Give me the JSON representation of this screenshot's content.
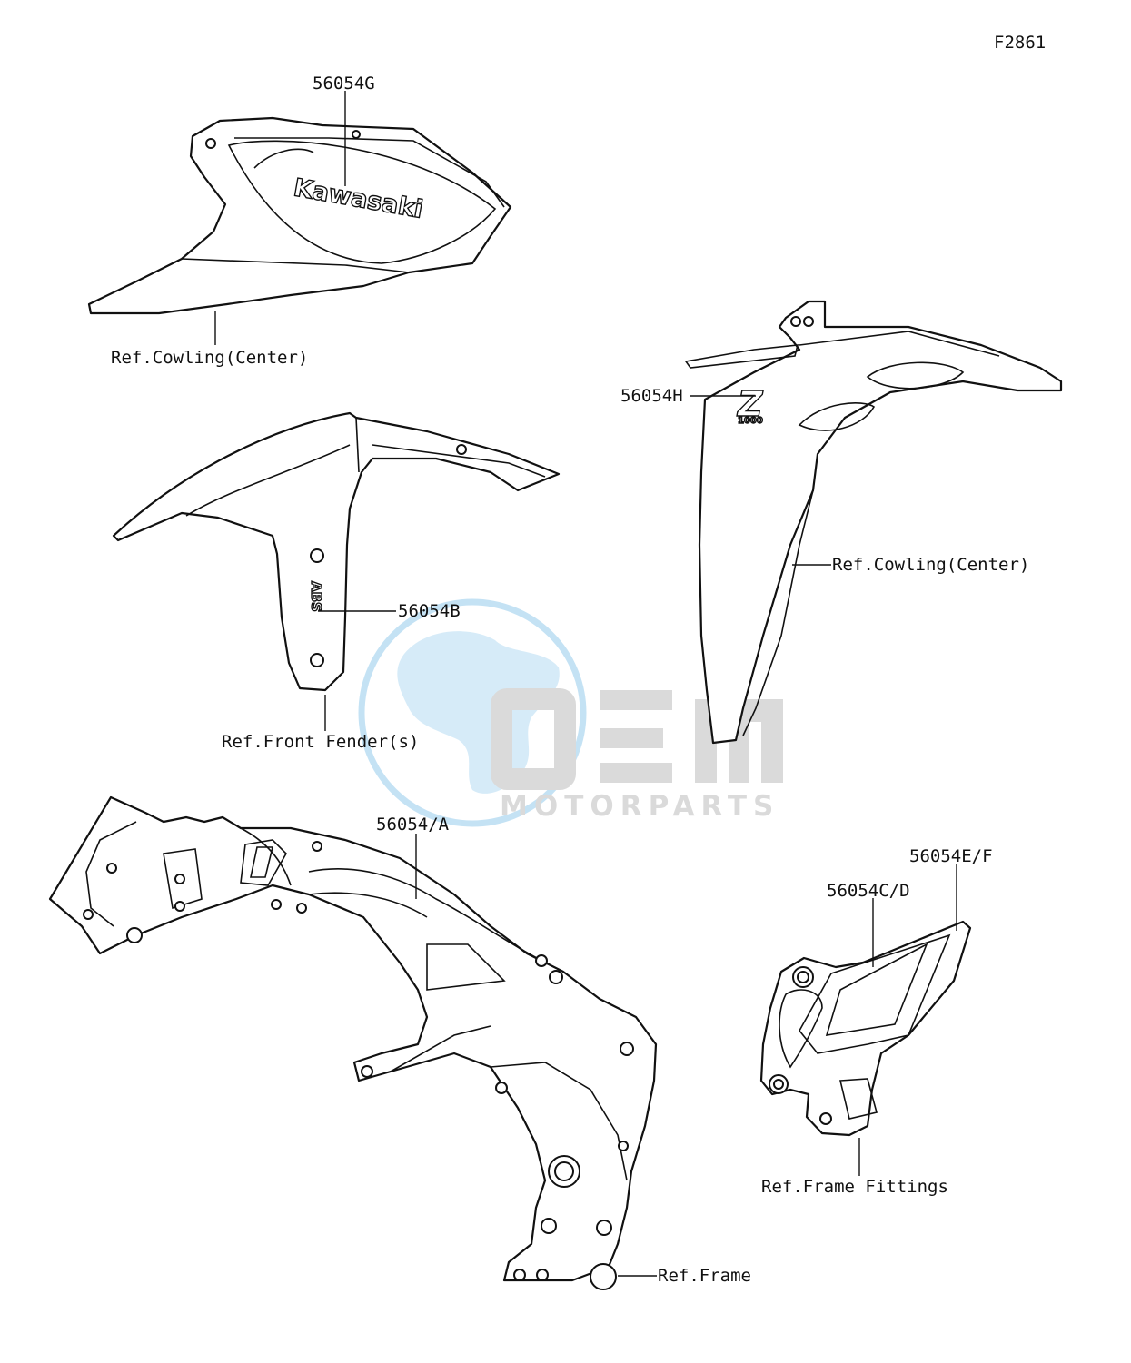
{
  "figure_code": "F2861",
  "labels": {
    "decal_56054G": "56054G",
    "ref_cowling_center_left": "Ref.Cowling(Center)",
    "decal_56054H": "56054H",
    "ref_cowling_center_right": "Ref.Cowling(Center)",
    "decal_56054B": "56054B",
    "ref_front_fender": "Ref.Front Fender(s)",
    "decal_56054A": "56054/A",
    "decal_56054EF": "56054E/F",
    "decal_56054CD": "56054C/D",
    "ref_frame_fittings": "Ref.Frame Fittings",
    "ref_frame": "Ref.Frame"
  },
  "decal_art": {
    "kawasaki_logo": "Kawasaki",
    "z1000_letter": "Z",
    "z1000_number": "1000",
    "abs_mark": "ABS"
  },
  "watermark": {
    "brand": "OEM",
    "tagline": "MOTORPARTS",
    "globe_color": "#4aa8e0",
    "letter_color": "#9e9e9e"
  },
  "colors": {
    "line": "#111111",
    "background": "#ffffff"
  }
}
